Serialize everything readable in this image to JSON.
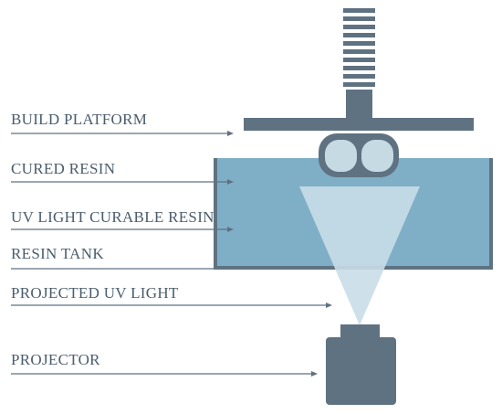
{
  "labels": {
    "build_platform": "BUILD PLATFORM",
    "cured_resin": "CURED RESIN",
    "uv_resin": "UV LIGHT CURABLE RESIN",
    "resin_tank": "RESIN TANK",
    "projected_uv": "PROJECTED UV LIGHT",
    "projector": "PROJECTOR"
  },
  "colors": {
    "text": "#4a5d6d",
    "structure": "#5f7282",
    "resin": "#7fafc6",
    "uv_light": "#c9dde8",
    "cured_part": "#c6dae4",
    "background": "#ffffff"
  }
}
